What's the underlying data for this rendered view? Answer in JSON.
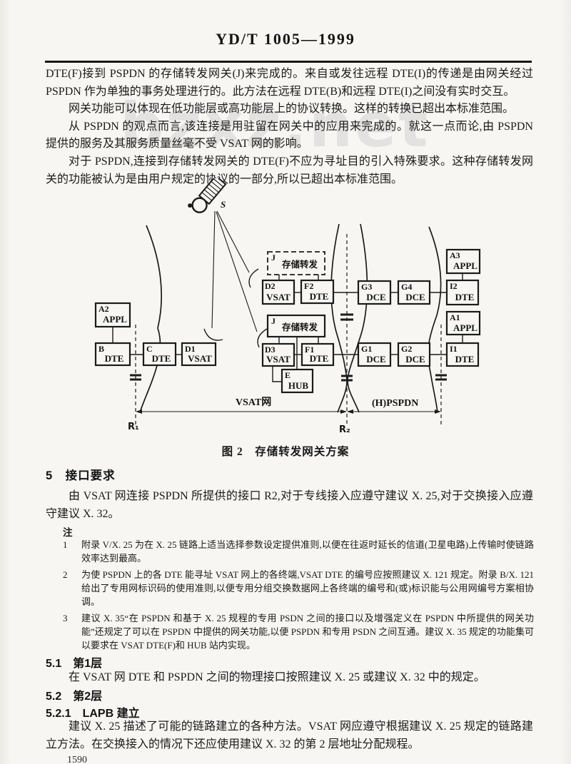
{
  "page": {
    "doc_code": "YD/T 1005—1999",
    "page_number": "1590",
    "watermark": "bzxz.net"
  },
  "intro": {
    "p1": "DTE(F)接到 PSPDN 的存储转发网关(J)来完成的。来自或发往远程 DTE(I)的传递是由网关经过 PSPDN 作为单独的事务处理进行的。此方法在远程 DTE(B)和远程 DTE(I)之间没有实时交互。",
    "p2": "网关功能可以体现在低功能层或高功能层上的协议转换。这样的转换已超出本标准范围。",
    "p3": "从 PSPDN 的观点而言,该连接是用驻留在网关中的应用来完成的。就这一点而论,由 PSPDN 提供的服务及其服务质量丝毫不受 VSAT 网的影响。",
    "p4": "对于 PSPDN,连接到存储转发网关的 DTE(F)不应为寻址目的引入特殊要求。这种存储转发网关的功能被认为是由用户规定的协议的一部分,所以已超出本标准范围。"
  },
  "figure": {
    "caption": "图 2　存储转发网关方案",
    "satellite_label": "S",
    "region_labels": {
      "vsat": "VSAT网",
      "pspdn": "(H)PSPDN"
    },
    "ref_points": {
      "r1": "R₁",
      "r2": "R₂"
    },
    "boxes": [
      {
        "id": "A2",
        "label": "APPL"
      },
      {
        "id": "B",
        "label": "DTE"
      },
      {
        "id": "C",
        "label": "DTE"
      },
      {
        "id": "D1",
        "label": "VSAT"
      },
      {
        "id": "J",
        "label": "存储转发"
      },
      {
        "id": "D2",
        "label": "VSAT"
      },
      {
        "id": "F2",
        "label": "DTE"
      },
      {
        "id": "J",
        "label": "存储转发"
      },
      {
        "id": "D3",
        "label": "VSAT"
      },
      {
        "id": "F1",
        "label": "DTE"
      },
      {
        "id": "E",
        "label": "HUB"
      },
      {
        "id": "G3",
        "label": "DCE"
      },
      {
        "id": "G4",
        "label": "DCE"
      },
      {
        "id": "A3",
        "label": "APPL"
      },
      {
        "id": "I2",
        "label": "DTE"
      },
      {
        "id": "G1",
        "label": "DCE"
      },
      {
        "id": "G2",
        "label": "DCE"
      },
      {
        "id": "A1",
        "label": "APPL"
      },
      {
        "id": "I1",
        "label": "DTE"
      }
    ]
  },
  "section5": {
    "heading": "5　接口要求",
    "intro": "由 VSAT 网连接 PSPDN 所提供的接口 R2,对于专线接入应遵守建议 X. 25,对于交换接入应遵守建议 X. 32。",
    "notes_label": "注",
    "notes": [
      {
        "num": "1",
        "text": "附录 V/X. 25 为在 X. 25 链路上适当选择参数设定提供准则,以便在往返时延长的信道(卫星电路)上传输时使链路效率达到最高。"
      },
      {
        "num": "2",
        "text": "为使 PSPDN 上的各 DTE 能寻址 VSAT 网上的各终端,VSAT DTE 的编号应按照建议 X. 121 规定。附录 B/X. 121 给出了专用网标识码的使用准则,以便专用分组交换数据网上各终端的编号和(或)标识能与公用网编号方案相协调。"
      },
      {
        "num": "3",
        "text": "建议 X. 35“在 PSPDN 和基于 X. 25 规程的专用 PSDN 之间的接口以及增强定义在 PSPDN 中所提供的网关功能”还规定了可以在 PSPDN 中提供的网关功能,以便 PSPDN 和专用 PSDN 之间互通。建议 X. 35 规定的功能集可以要求在 VSAT DTE(F)和 HUB 站内实现。"
      }
    ],
    "s51_heading": "5.1　第1层",
    "s51_body": "在 VSAT 网 DTE 和 PSPDN 之间的物理接口按照建议 X. 25 或建议 X. 32 中的规定。",
    "s52_heading": "5.2　第2层",
    "s521_heading": "5.2.1　LAPB 建立",
    "s521_body": "建议 X. 25 描述了可能的链路建立的各种方法。VSAT 网应遵守根据建议 X. 25 规定的链路建立方法。在交换接入的情况下还应使用建议 X. 32 的第 2 层地址分配规程。"
  }
}
